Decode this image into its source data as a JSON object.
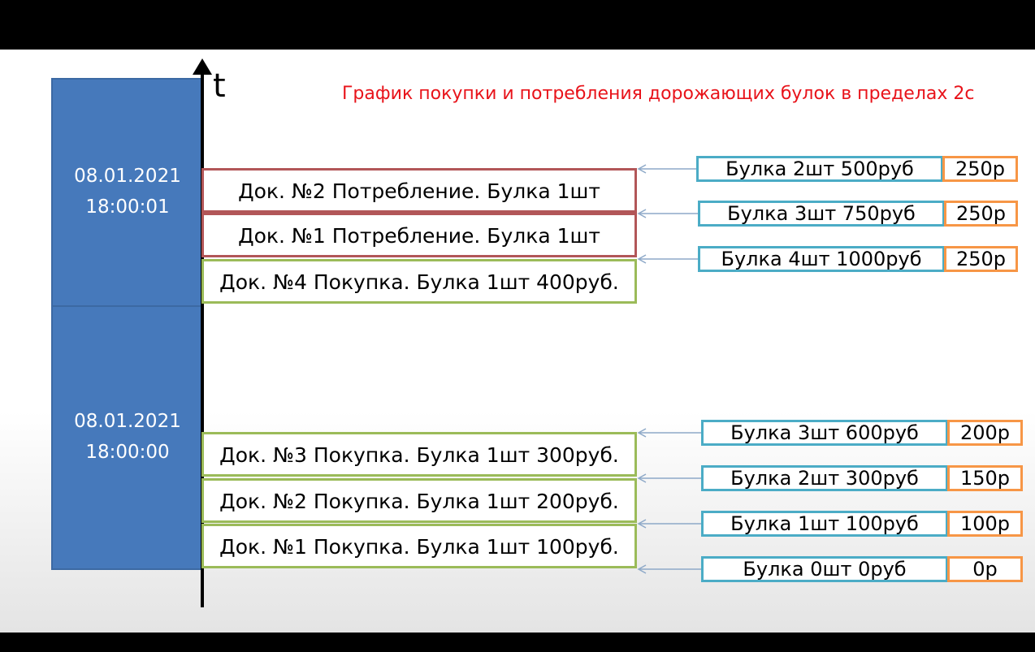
{
  "title": "График покупки и потребления дорожающих булок в пределах 2с",
  "axis_label": "t",
  "time_blocks": [
    {
      "date": "08.01.2021",
      "time": "18:00:01"
    },
    {
      "date": "08.01.2021",
      "time": "18:00:00"
    }
  ],
  "documents": [
    {
      "text": "Док. №2 Потребление. Булка 1шт",
      "kind": "consume"
    },
    {
      "text": "Док. №1 Потребление. Булка 1шт",
      "kind": "consume"
    },
    {
      "text": "Док. №4 Покупка. Булка 1шт 400руб.",
      "kind": "buy"
    },
    {
      "text": "Док. №3 Покупка. Булка 1шт 300руб.",
      "kind": "buy"
    },
    {
      "text": "Док. №2 Покупка. Булка 1шт 200руб.",
      "kind": "buy"
    },
    {
      "text": "Док. №1 Покупка. Булка 1шт 100руб.",
      "kind": "buy"
    }
  ],
  "states": [
    {
      "stock": "Булка 2шт  500руб",
      "unit_price": "250р"
    },
    {
      "stock": "Булка 3шт  750руб",
      "unit_price": "250р"
    },
    {
      "stock": "Булка 4шт  1000руб",
      "unit_price": "250р"
    },
    {
      "stock": "Булка 3шт  600руб",
      "unit_price": "200р"
    },
    {
      "stock": "Булка 2шт  300руб",
      "unit_price": "150р"
    },
    {
      "stock": "Булка 1шт  100руб",
      "unit_price": "100р"
    },
    {
      "stock": "Булка 0шт  0руб",
      "unit_price": "0р"
    }
  ],
  "colors": {
    "time_block": "#4679bb",
    "consume_border": "#b25658",
    "buy_border": "#9bbb59",
    "stock_border": "#4bacc6",
    "price_border": "#f79646",
    "title": "#e8131a",
    "arrow": "#8ea9c8"
  }
}
